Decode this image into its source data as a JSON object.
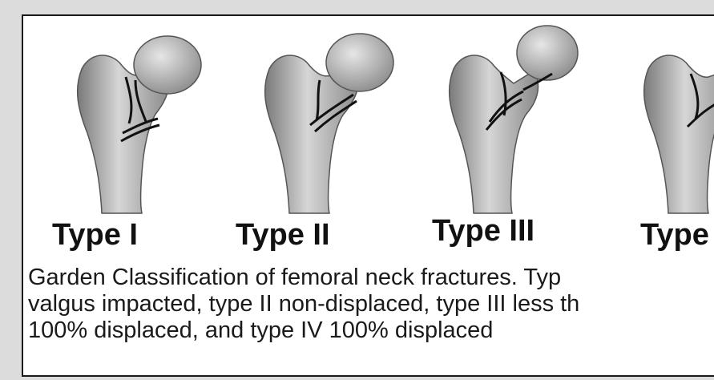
{
  "figure": {
    "labels": [
      "Type I",
      "Type II",
      "Type III",
      "Type"
    ],
    "caption": "Garden Classification of femoral neck fractures. Typ\nvalgus impacted, type II non-displaced, type III less th\n100% displaced, and type IV 100% displaced"
  },
  "colors": {
    "page_background": "#dcdcdc",
    "frame_background": "#ffffff",
    "bone_shade": "#a9a9a9",
    "fracture_line": "#111111"
  }
}
